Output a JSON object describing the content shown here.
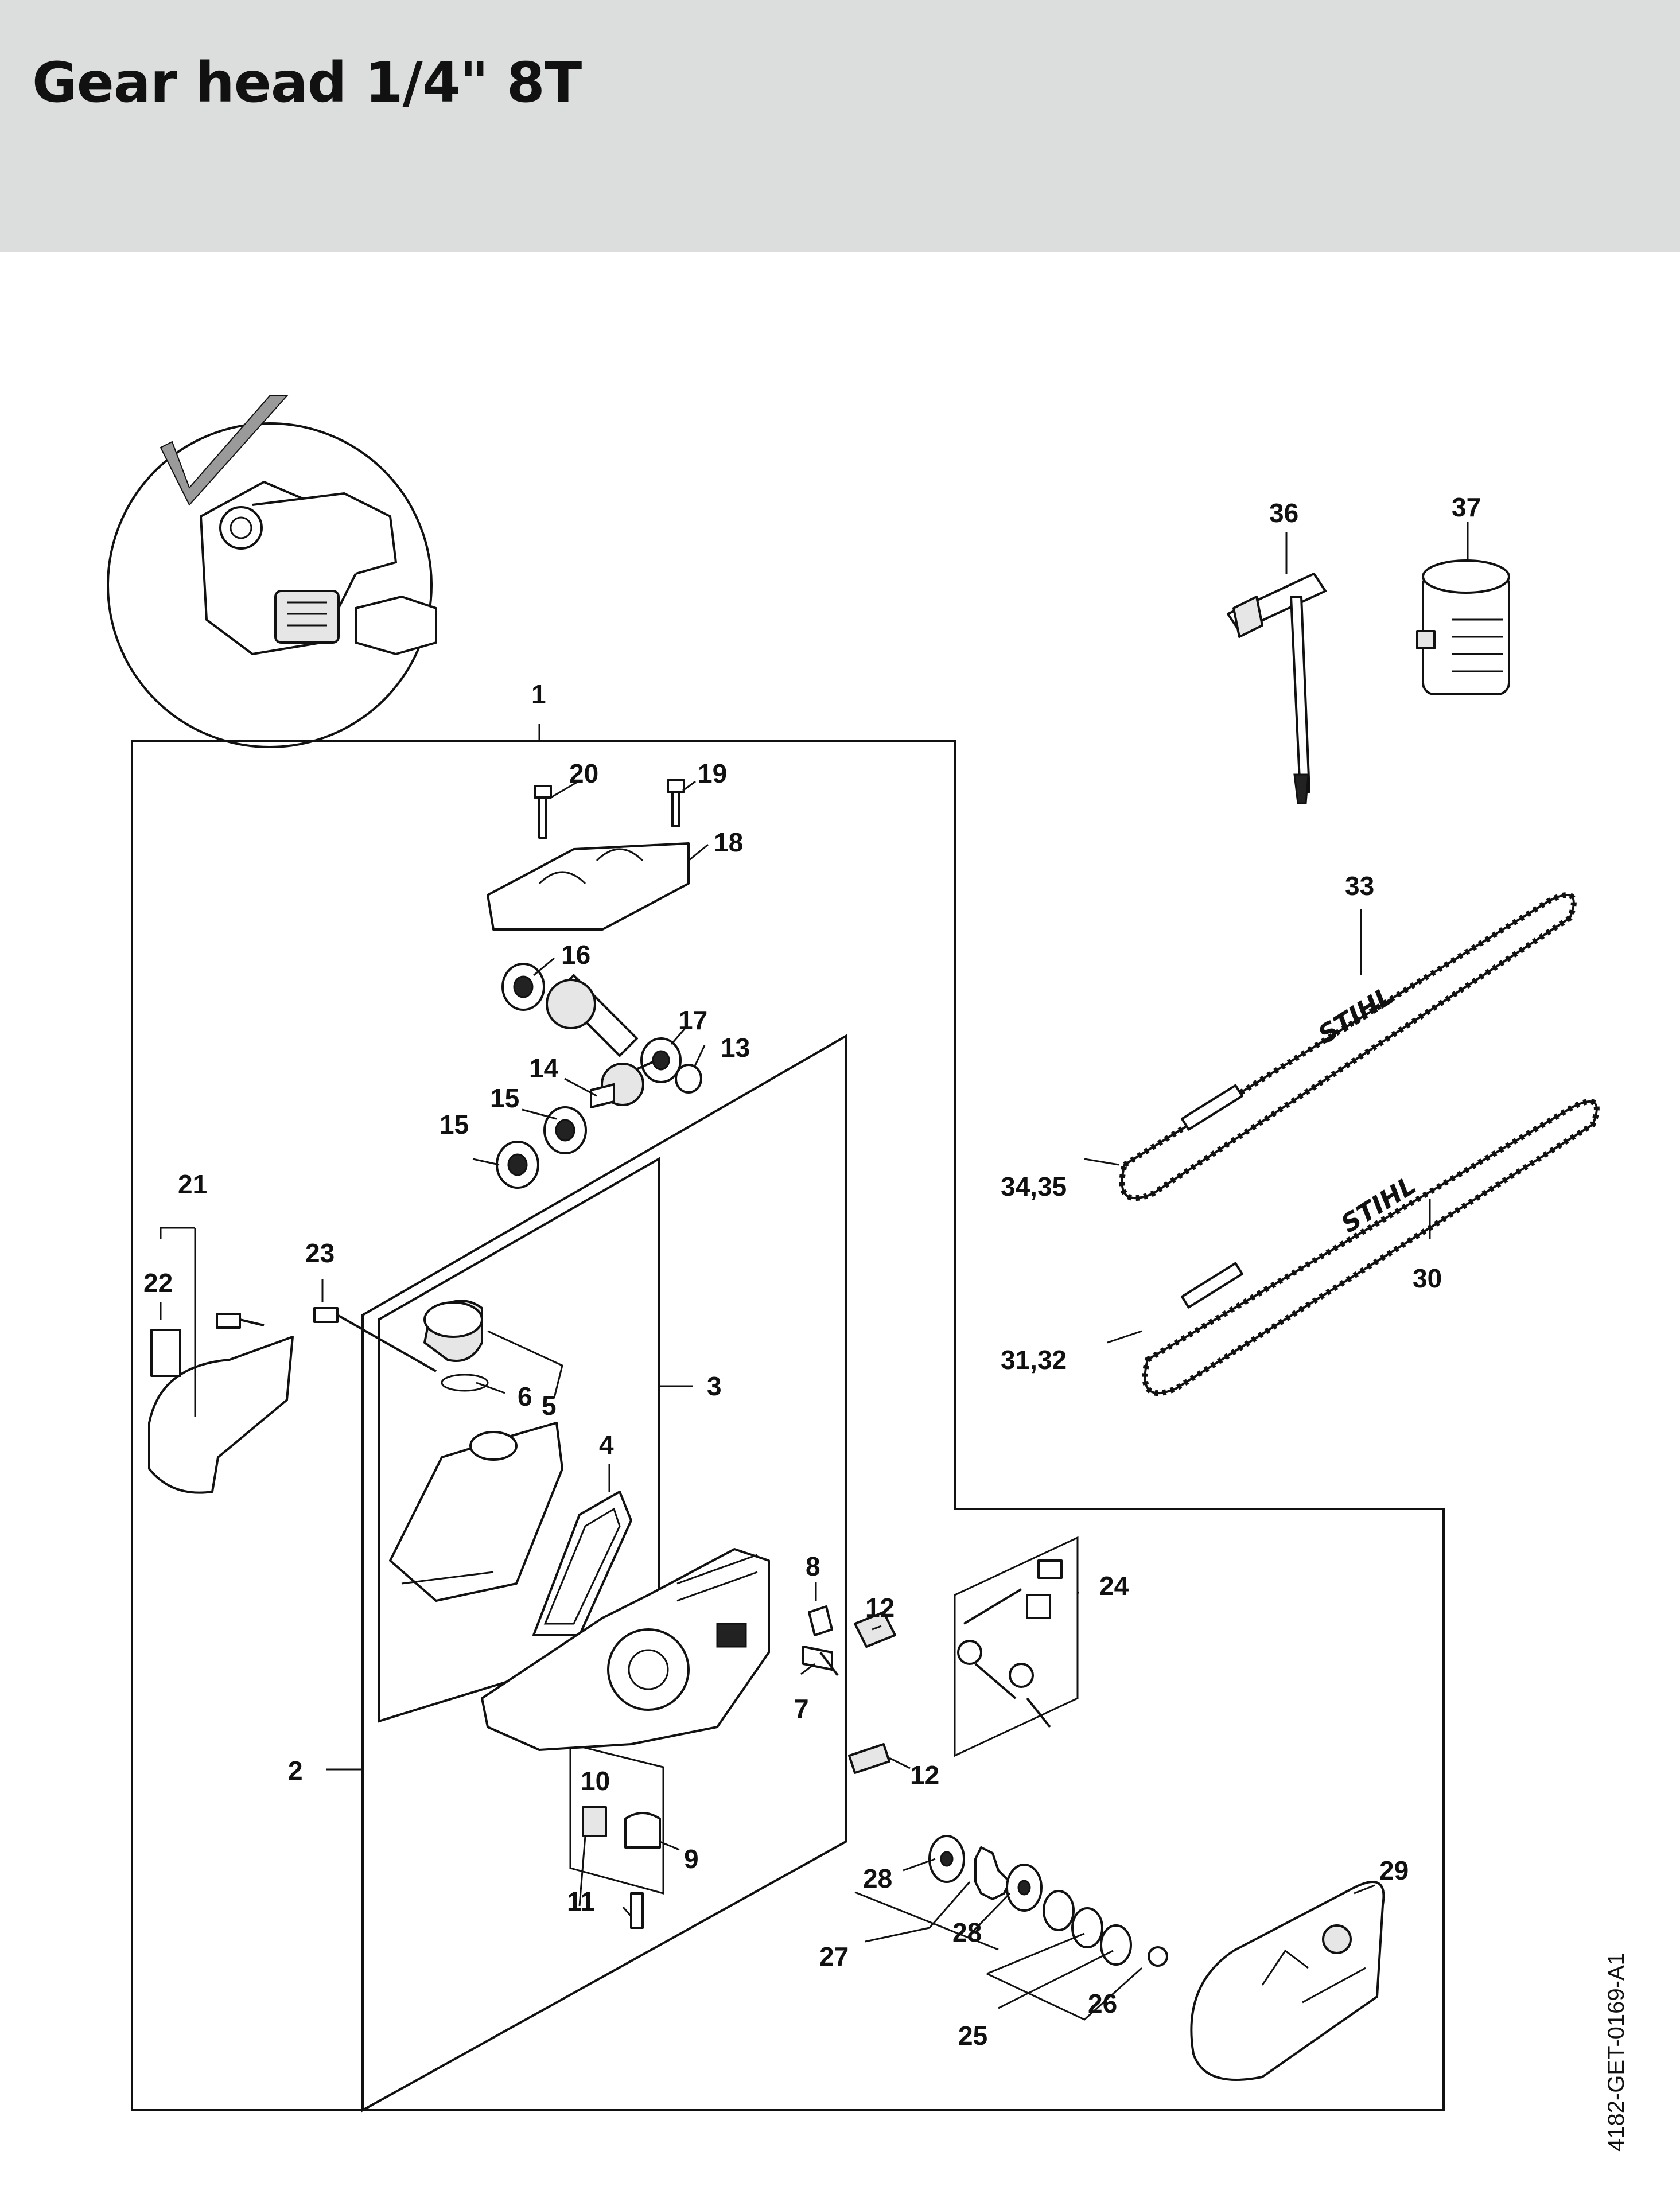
{
  "title": "Gear head 1/4\" 8T",
  "document_ref": "4182-GET-0169-A1",
  "callouts": {
    "c1": "1",
    "c2": "2",
    "c3": "3",
    "c4": "4",
    "c5": "5",
    "c6": "6",
    "c7": "7",
    "c8": "8",
    "c9": "9",
    "c10": "10",
    "c11": "11",
    "c12a": "12",
    "c12b": "12",
    "c13": "13",
    "c14": "14",
    "c15a": "15",
    "c15b": "15",
    "c16": "16",
    "c17": "17",
    "c18": "18",
    "c19": "19",
    "c20": "20",
    "c21": "21",
    "c22": "22",
    "c23": "23",
    "c24": "24",
    "c25": "25",
    "c26": "26",
    "c27": "27",
    "c28a": "28",
    "c28b": "28",
    "c29": "29",
    "c30": "30",
    "c3132": "31,32",
    "c33": "33",
    "c3435": "34,35",
    "c36": "36",
    "c37": "37"
  },
  "bar_brand": "STIHL",
  "icons": [
    "wrench-icon",
    "grease-tube-icon",
    "guide-bar-icon",
    "saw-chain-icon",
    "sprocket-icon",
    "bearing-icon",
    "screw-icon"
  ],
  "colors": {
    "header_bg": "#dcdedd",
    "line": "#111111"
  }
}
